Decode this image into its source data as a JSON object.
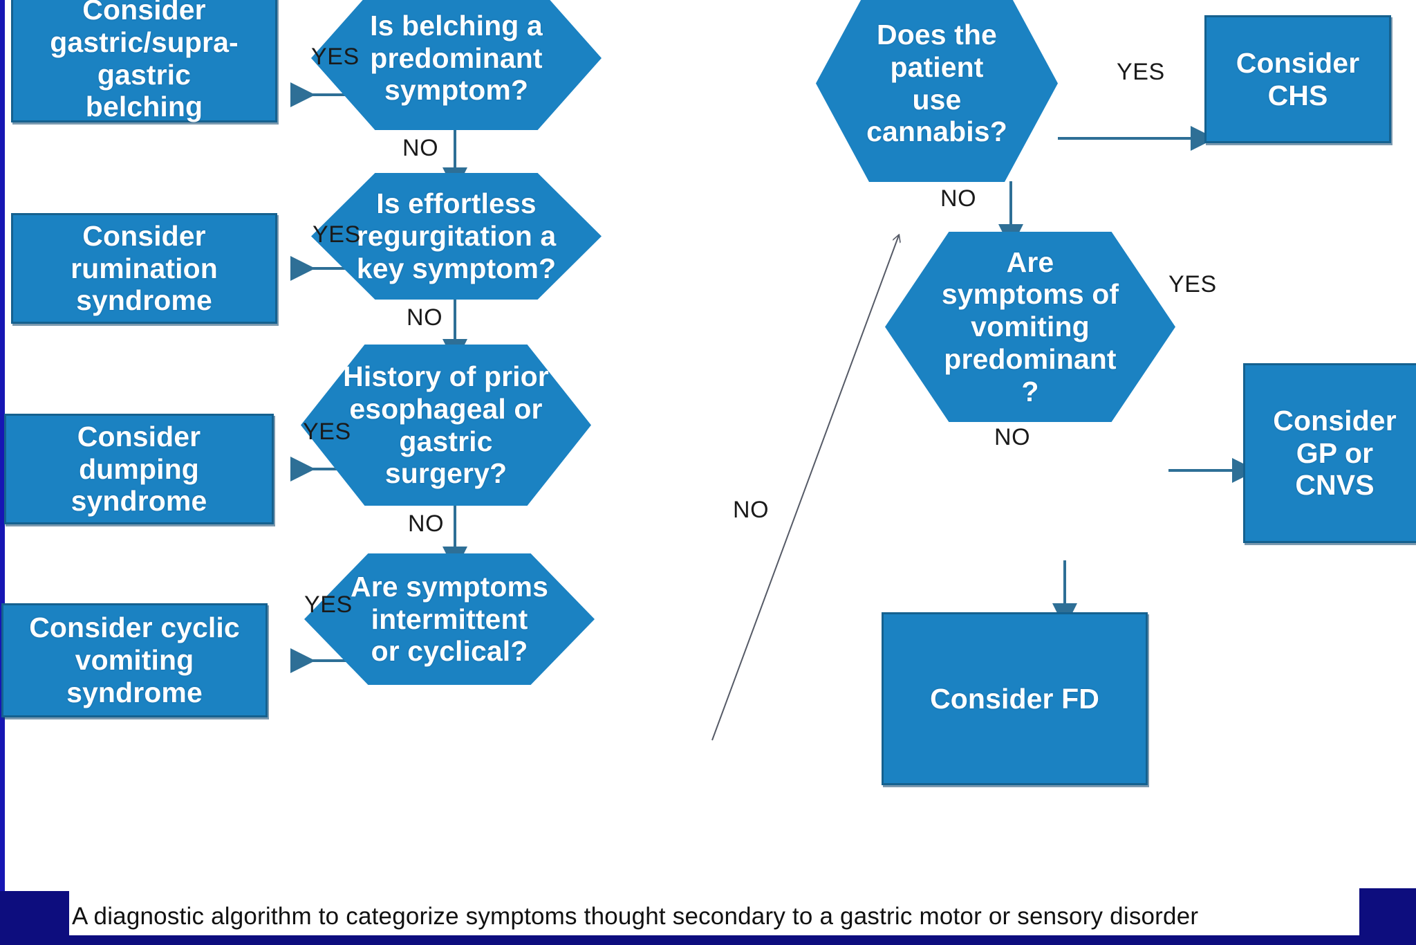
{
  "figure": {
    "caption": "A diagnostic algorithm to categorize symptoms thought secondary to a gastric motor or sensory disorder",
    "colors": {
      "node_fill": "#1b82c2",
      "node_border": "#15618f",
      "arrow": "#2e6f96",
      "caption_band": "#0d0d7e",
      "edge_rule": "#1616b4",
      "background": "#ffffff",
      "node_text": "#ffffff",
      "label_text": "#1a1a1a"
    }
  },
  "chart_data": {
    "type": "diagram",
    "title": "A diagnostic algorithm to categorize symptoms thought secondary to a gastric motor or sensory disorder",
    "nodes": [
      {
        "id": "belching_q",
        "shape": "hexagon",
        "text": "Is belching a\npredominant\nsymptom?"
      },
      {
        "id": "belching_out",
        "shape": "rectangle",
        "text": "Consider\ngastric/supra-\ngastric\nbelching"
      },
      {
        "id": "regurg_q",
        "shape": "hexagon",
        "text": "Is effortless\nregurgitation a\nkey symptom?"
      },
      {
        "id": "regurg_out",
        "shape": "rectangle",
        "text": "Consider\nrumination\nsyndrome"
      },
      {
        "id": "surgery_q",
        "shape": "hexagon",
        "text": "History of prior\nesophageal or\ngastric\nsurgery?"
      },
      {
        "id": "surgery_out",
        "shape": "rectangle",
        "text": "Consider\ndumping\nsyndrome"
      },
      {
        "id": "cyclical_q",
        "shape": "hexagon",
        "text": "Are symptoms\nintermittent\nor cyclical?"
      },
      {
        "id": "cyclical_out",
        "shape": "rectangle",
        "text": "Consider cyclic\nvomiting\nsyndrome"
      },
      {
        "id": "cannabis_q",
        "shape": "hexagon",
        "text": "Does the\npatient\nuse\ncannabis?"
      },
      {
        "id": "cannabis_out",
        "shape": "rectangle",
        "text": "Consider\nCHS"
      },
      {
        "id": "vomiting_q",
        "shape": "hexagon",
        "text": "Are\nsymptoms of\nvomiting\npredominant\n?"
      },
      {
        "id": "vomiting_out",
        "shape": "rectangle",
        "text": "Consider\nGP or\nCNVS"
      },
      {
        "id": "fd_out",
        "shape": "rectangle",
        "text": "Consider FD"
      }
    ],
    "edges": [
      {
        "from": "belching_q",
        "to": "belching_out",
        "label": "YES"
      },
      {
        "from": "belching_q",
        "to": "regurg_q",
        "label": "NO"
      },
      {
        "from": "regurg_q",
        "to": "regurg_out",
        "label": "YES"
      },
      {
        "from": "regurg_q",
        "to": "surgery_q",
        "label": "NO"
      },
      {
        "from": "surgery_q",
        "to": "surgery_out",
        "label": "YES"
      },
      {
        "from": "surgery_q",
        "to": "cyclical_q",
        "label": "NO"
      },
      {
        "from": "cyclical_q",
        "to": "cyclical_out",
        "label": "YES"
      },
      {
        "from": "cyclical_q",
        "to": "cannabis_q",
        "label": "NO"
      },
      {
        "from": "cannabis_q",
        "to": "cannabis_out",
        "label": "YES"
      },
      {
        "from": "cannabis_q",
        "to": "vomiting_q",
        "label": "NO"
      },
      {
        "from": "vomiting_q",
        "to": "vomiting_out",
        "label": "YES"
      },
      {
        "from": "vomiting_q",
        "to": "fd_out",
        "label": "NO"
      }
    ]
  },
  "nodes": {
    "belching_out": "Consider\ngastric/supra-\ngastric\nbelching",
    "belching_q": "Is belching a\npredominant\nsymptom?",
    "regurg_out": "Consider\nrumination\nsyndrome",
    "regurg_q": "Is effortless\nregurgitation a\nkey symptom?",
    "surgery_out": "Consider\ndumping\nsyndrome",
    "surgery_q": "History of prior\nesophageal or\ngastric\nsurgery?",
    "cyclical_out": "Consider cyclic\nvomiting\nsyndrome",
    "cyclical_q": "Are symptoms\nintermittent\nor cyclical?",
    "cannabis_q": "Does the\npatient\nuse\ncannabis?",
    "cannabis_out": "Consider\nCHS",
    "vomiting_q": "Are\nsymptoms of\nvomiting\npredominant\n?",
    "vomiting_out": "Consider\nGP or\nCNVS",
    "fd_out": "Consider FD"
  },
  "labels": {
    "yes_belching": "YES",
    "no_belching": "NO",
    "yes_regurg": "YES",
    "no_regurg": "NO",
    "yes_surgery": "YES",
    "no_surgery": "NO",
    "yes_cyclical": "YES",
    "no_cyclical": "NO",
    "yes_cannabis": "YES",
    "no_cannabis": "NO",
    "yes_vomiting": "YES",
    "no_vomiting": "NO"
  }
}
